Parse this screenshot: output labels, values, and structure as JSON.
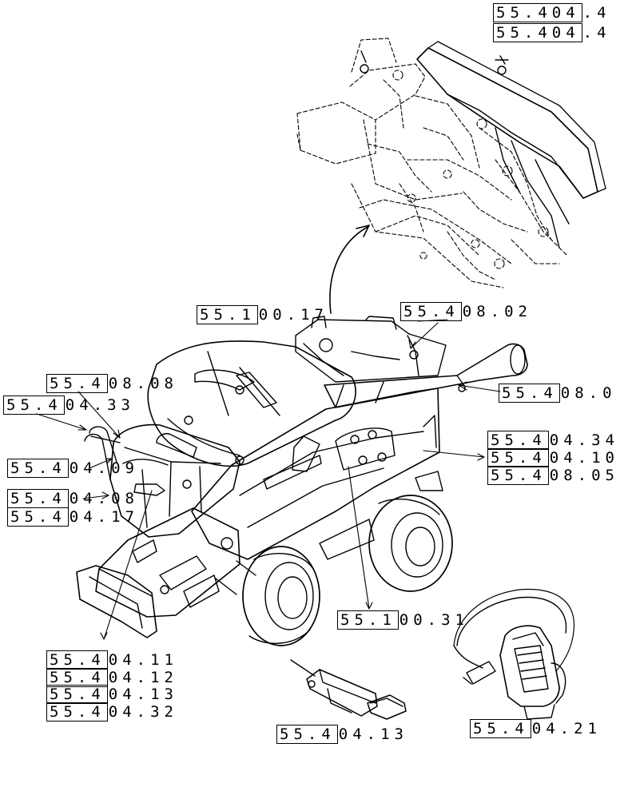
{
  "colors": {
    "line": "#000000",
    "background": "#ffffff"
  },
  "callouts": {
    "c01": {
      "boxed": "55.404",
      "rest": ".4"
    },
    "c02": {
      "boxed": "55.404",
      "rest": ".4"
    },
    "c03": {
      "boxed": "55.4",
      "rest": "08.02"
    },
    "c04": {
      "boxed": "55.1",
      "rest": "00.17"
    },
    "c05": {
      "boxed": "55.4",
      "rest": "08.08"
    },
    "c06": {
      "boxed": "55.4",
      "rest": "04.33"
    },
    "c07": {
      "boxed": "55.4",
      "rest": "08.0"
    },
    "c08": {
      "boxed": "55.4",
      "rest": "04.34"
    },
    "c09": {
      "boxed": "55.4",
      "rest": "04.10"
    },
    "c10": {
      "boxed": "55.4",
      "rest": "08.05"
    },
    "c11": {
      "boxed": "55.4",
      "rest": "04.09"
    },
    "c12": {
      "boxed": "55.4",
      "rest": "04.08"
    },
    "c13": {
      "boxed": "55.4",
      "rest": "04.17"
    },
    "c14": {
      "boxed": "55.1",
      "rest": "00.31"
    },
    "c15": {
      "boxed": "55.4",
      "rest": "04.11"
    },
    "c16": {
      "boxed": "55.4",
      "rest": "04.12"
    },
    "c17": {
      "boxed": "55.4",
      "rest": "04.13"
    },
    "c18": {
      "boxed": "55.4",
      "rest": "04.32"
    },
    "c19": {
      "boxed": "55.4",
      "rest": "04.13"
    },
    "c20": {
      "boxed": "55.4",
      "rest": "04.21"
    }
  }
}
